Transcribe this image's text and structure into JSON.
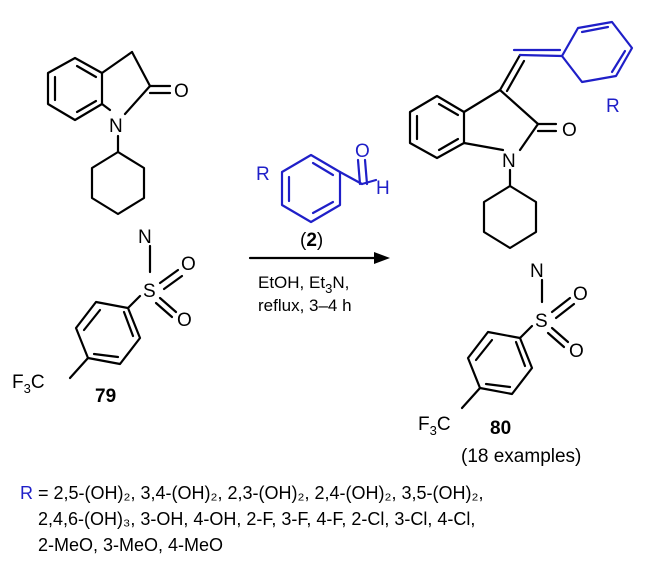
{
  "compounds": {
    "start": {
      "label": "79"
    },
    "product": {
      "label": "80",
      "note": "(18 examples)"
    }
  },
  "reagent": {
    "label": "2",
    "r_group": "R"
  },
  "atoms": {
    "O": "O",
    "N": "N",
    "S": "S",
    "H": "H",
    "F3C": "F",
    "sub3": "3",
    "R": "R"
  },
  "conditions": {
    "line1_pre": "EtOH, Et",
    "line1_sub": "3",
    "line1_post": "N,",
    "line2": "reflux, 3–4 h"
  },
  "legend": {
    "r_label": "R",
    "line1": " = 2,5-(OH)₂, 3,4-(OH)₂, 2,3-(OH)₂, 2,4-(OH)₂, 3,5-(OH)₂,",
    "line2": "2,4,6-(OH)₃, 3-OH, 4-OH, 2-F, 3-F, 4-F, 2-Cl, 3-Cl, 4-Cl,",
    "line3": "2-MeO, 3-MeO, 4-MeO"
  },
  "colors": {
    "accent": "#1f1fc8",
    "ink": "#000000"
  }
}
